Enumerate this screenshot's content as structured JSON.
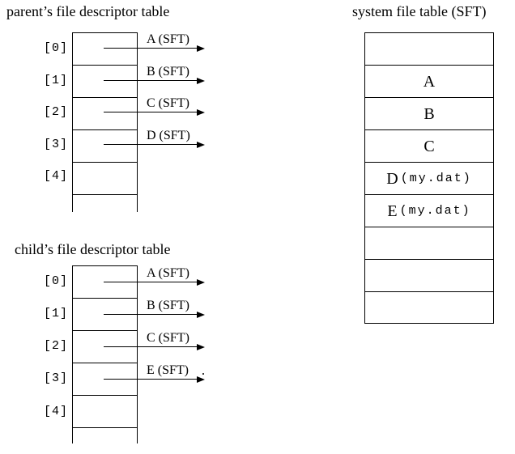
{
  "parent_table": {
    "title": "parent’s file descriptor table",
    "rows": [
      {
        "index": "[0]",
        "pointer": "A (SFT)"
      },
      {
        "index": "[1]",
        "pointer": "B (SFT)"
      },
      {
        "index": "[2]",
        "pointer": "C (SFT)"
      },
      {
        "index": "[3]",
        "pointer": "D (SFT)"
      },
      {
        "index": "[4]",
        "pointer": ""
      }
    ]
  },
  "child_table": {
    "title": "child’s file descriptor table",
    "rows": [
      {
        "index": "[0]",
        "pointer": "A (SFT)"
      },
      {
        "index": "[1]",
        "pointer": "B (SFT)"
      },
      {
        "index": "[2]",
        "pointer": "C (SFT)"
      },
      {
        "index": "[3]",
        "pointer": "E (SFT)"
      },
      {
        "index": "[4]",
        "pointer": ""
      }
    ]
  },
  "sft": {
    "title": "system file table (SFT)",
    "rows": [
      {
        "entry": "",
        "file": ""
      },
      {
        "entry": "A",
        "file": ""
      },
      {
        "entry": "B",
        "file": ""
      },
      {
        "entry": "C",
        "file": ""
      },
      {
        "entry": "D",
        "file": "(my.dat)"
      },
      {
        "entry": "E",
        "file": "(my.dat)"
      },
      {
        "entry": "",
        "file": ""
      },
      {
        "entry": "",
        "file": ""
      },
      {
        "entry": "",
        "file": ""
      }
    ]
  },
  "colors": {
    "ink": "#000000",
    "background": "#ffffff"
  }
}
